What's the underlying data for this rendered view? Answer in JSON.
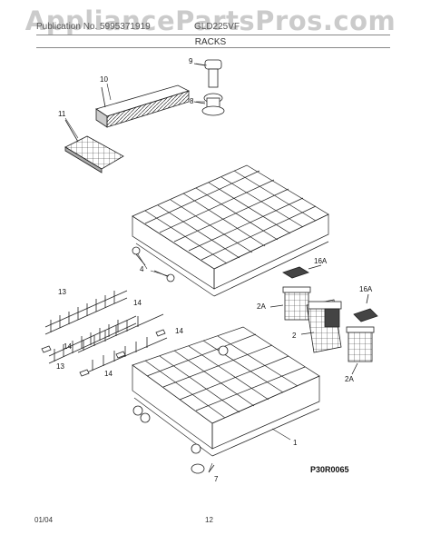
{
  "watermark": "AppliancePartsPros.com",
  "header": {
    "left": "Publication No. 5995371919",
    "right": "GLD225VF"
  },
  "section_title": "RACKS",
  "parts": {
    "p1": "1",
    "p2": "2",
    "p2a_1": "2A",
    "p2a_2": "2A",
    "p4": "4",
    "p7": "7",
    "p8": "8",
    "p9": "9",
    "p10": "10",
    "p11": "11",
    "p13_1": "13",
    "p13_2": "13",
    "p14_1": "14",
    "p14_2": "14",
    "p14_3": "14",
    "p14_4": "14",
    "p16a_1": "16A",
    "p16a_2": "16A"
  },
  "diagram_code": "P30R0065",
  "footer": {
    "date": "01/04",
    "page": "12"
  }
}
